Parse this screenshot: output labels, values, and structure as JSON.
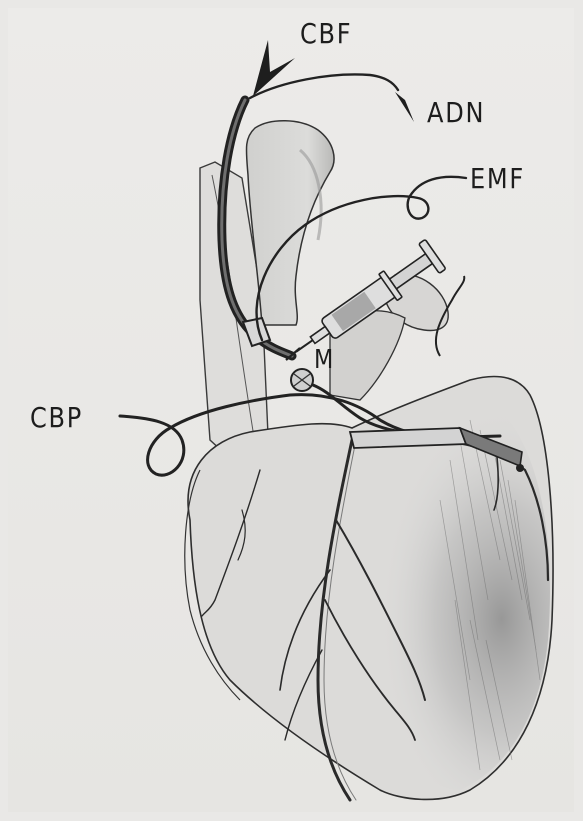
{
  "labels": {
    "cbf": "CBF",
    "adn": "ADN",
    "emf": "EMF",
    "m": "M",
    "cbp": "CBP"
  }
}
